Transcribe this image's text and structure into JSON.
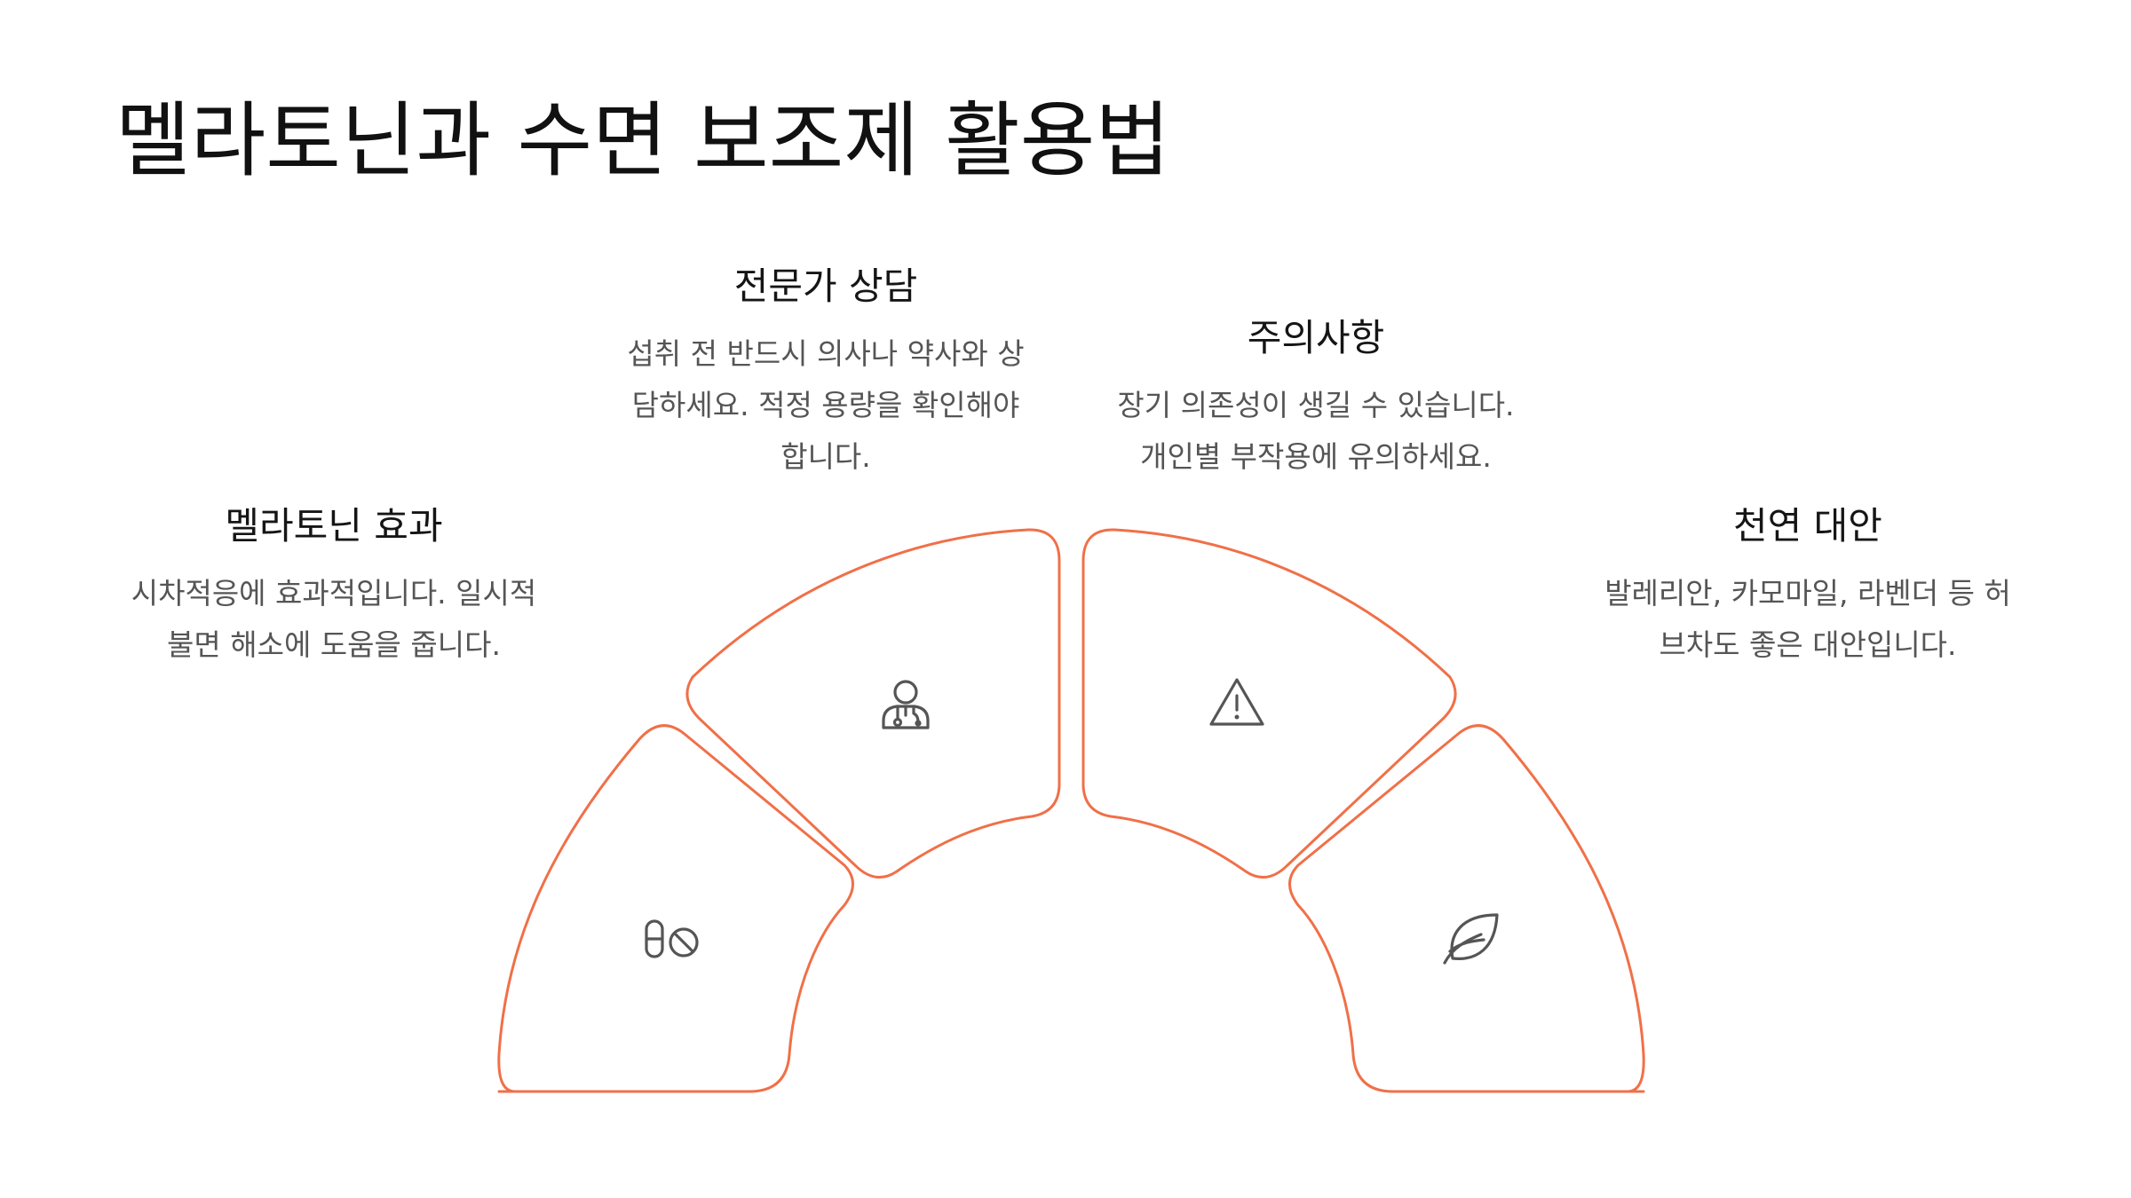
{
  "title": "멜라토닌과 수면 보조제 활용법",
  "segments": [
    {
      "heading": "멜라토닌 효과",
      "desc_lines": [
        "시차적응에 효과적입니다. 일시적",
        "불면 해소에 도움을 줍니다."
      ],
      "icon": "pill-no-icon"
    },
    {
      "heading": "전문가 상담",
      "desc_lines": [
        "섭취 전 반드시 의사나 약사와 상",
        "담하세요. 적정 용량을 확인해야",
        "합니다."
      ],
      "icon": "doctor-icon"
    },
    {
      "heading": "주의사항",
      "desc_lines": [
        "장기 의존성이 생길 수 있습니다.",
        "개인별 부작용에 유의하세요."
      ],
      "icon": "warning-triangle-icon"
    },
    {
      "heading": "천연 대안",
      "desc_lines": [
        "발레리안, 카모마일, 라벤더 등 허",
        "브차도 좋은 대안입니다."
      ],
      "icon": "leaf-icon"
    }
  ],
  "colors": {
    "accent": "#f07048",
    "icon": "#555555",
    "text": "#111111",
    "muted": "#555555"
  }
}
